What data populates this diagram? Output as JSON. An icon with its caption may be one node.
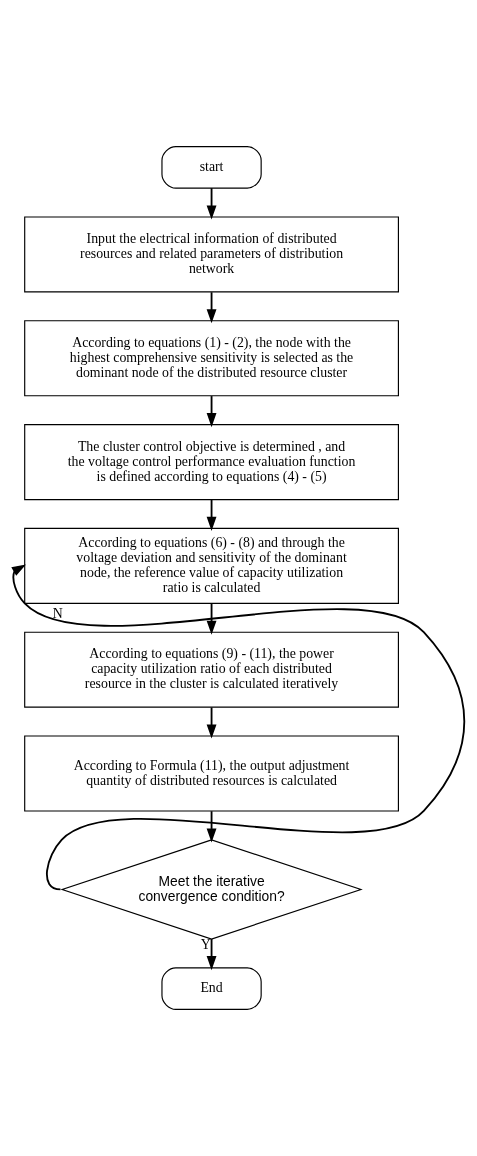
{
  "diagram": {
    "nodes": [
      {
        "text": [
          "start"
        ]
      },
      {
        "text": [
          "Input the electrical information of distributed resources and related parameters of distribution network"
        ]
      },
      {
        "text": [
          "According to equations (1) - (2), the node with the highest comprehensive sensitivity is selected as the dominant node of the distributed resource cluster"
        ]
      },
      {
        "text": [
          "The cluster control objective is determined , and the voltage control performance evaluation function is defined according to equations (4) - (5)"
        ]
      },
      {
        "text": [
          "According to equations (6) - (8) and through the voltage deviation and sensitivity of the dominant node, the reference value of capacity utilization ratio is calculated"
        ]
      },
      {
        "text": [
          "According to equations (9) - (11), the power capacity utilization ratio of each distributed resource in the cluster is calculated iteratively"
        ]
      },
      {
        "text": [
          "According to Formula (11), the output adjustment quantity of distributed resources is calculated"
        ]
      },
      {
        "text": [
          "Meet the iterative convergence condition?"
        ]
      },
      {
        "text": [
          "End"
        ]
      }
    ],
    "edges": [
      {
        "from": 0,
        "to": 1,
        "arrow": "to"
      },
      {
        "from": 1,
        "to": 2,
        "arrow": "to"
      },
      {
        "from": 2,
        "to": 3,
        "arrow": "to"
      },
      {
        "from": 3,
        "to": 4,
        "arrow": "to"
      },
      {
        "from": 4,
        "to": 5,
        "arrow": "to"
      },
      {
        "from": 5,
        "to": 6,
        "arrow": "to"
      },
      {
        "from": 6,
        "to": 7,
        "arrow": "to"
      },
      {
        "from": 7,
        "to": 4,
        "arrow": "to",
        "label": "N"
      },
      {
        "from": 7,
        "to": 8,
        "arrow": "to",
        "label": "Y"
      }
    ]
  }
}
